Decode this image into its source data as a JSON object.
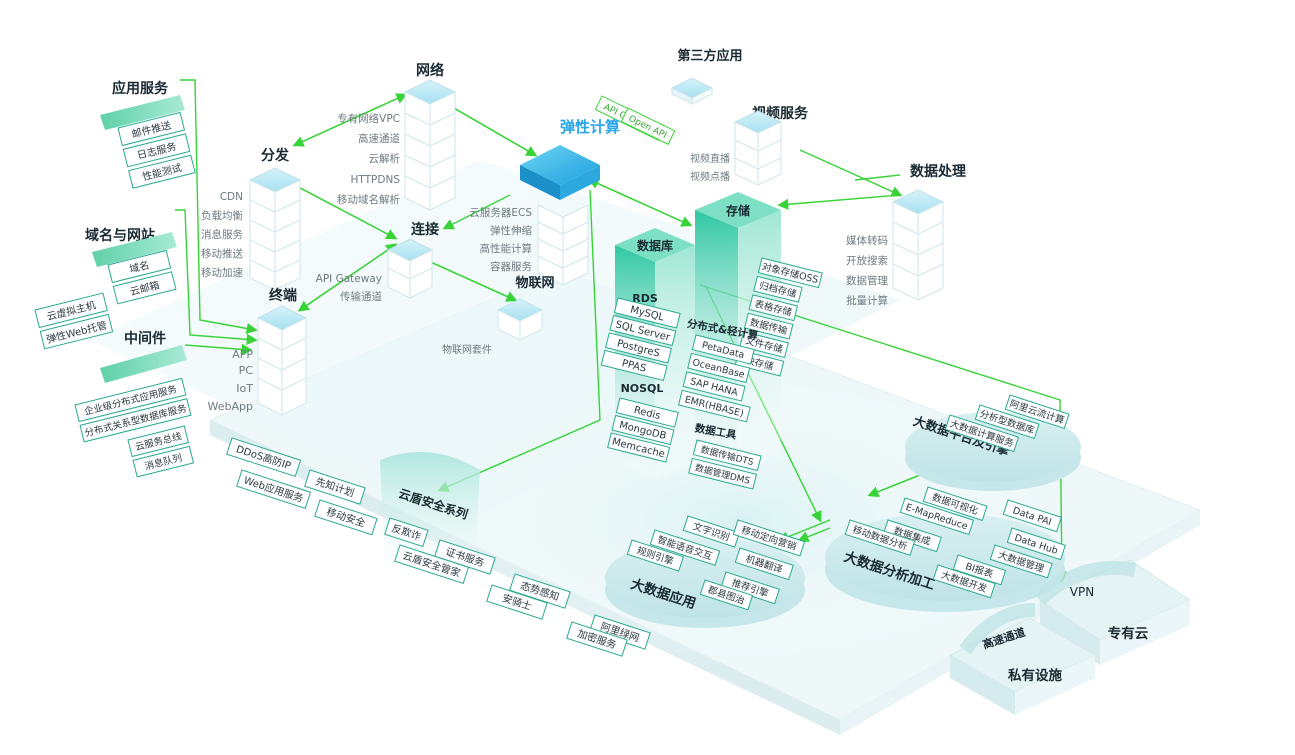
{
  "colors": {
    "accent": "#37d337",
    "teal": "#2ec7a6",
    "blue": "#2aa5e8",
    "labelFill": "#ffffff",
    "labelStroke": "#2aa98f"
  },
  "titles": {
    "app_service": "应用服务",
    "domain_site": "域名与网站",
    "middleware": "中间件",
    "distribution": "分发",
    "network": "网络",
    "third_party": "第三方应用",
    "video": "视频服务",
    "elastic": "弹性计算",
    "connect": "连接",
    "terminal": "终端",
    "iot": "物联网",
    "database": "数据库",
    "storage": "存储",
    "data_processing": "数据处理",
    "security": "云盾安全系列",
    "bigdata_platform": "大数据平台及引擎",
    "bigdata_analysis": "大数据分析加工",
    "bigdata_app": "大数据应用",
    "private_infra": "私有设施",
    "private_cloud": "专有云",
    "vpn": "VPN",
    "express": "高速通道"
  },
  "app_service": [
    "邮件推送",
    "日志服务",
    "性能测试"
  ],
  "domain_site": [
    "域名",
    "云邮箱",
    "云虚拟主机",
    "弹性Web托管"
  ],
  "middleware": [
    "企业级分布式应用服务",
    "分布式关系型数据库服务",
    "云服务总线",
    "消息队列"
  ],
  "distribution": [
    "CDN",
    "负载均衡",
    "消息服务",
    "移动推送",
    "移动加速"
  ],
  "network": [
    "专有网络VPC",
    "高速通道",
    "云解析",
    "HTTPDNS",
    "移动域名解析"
  ],
  "third_party_api": [
    "API Gateway",
    "Open API"
  ],
  "video": [
    "视频直播",
    "视频点播"
  ],
  "elastic": [
    "云服务器ECS",
    "弹性伸缩",
    "高性能计算",
    "容器服务"
  ],
  "connect": [
    "API Gateway",
    "传输通道"
  ],
  "iot": [
    "物联网套件"
  ],
  "terminal": [
    "APP",
    "PC",
    "IoT",
    "WebApp"
  ],
  "data_processing": [
    "媒体转码",
    "开放搜索",
    "数据管理",
    "批量计算"
  ],
  "database": {
    "rds_title": "RDS",
    "rds": [
      "MySQL",
      "SQL Server",
      "PostgreS",
      "PPAS"
    ],
    "nosql_title": "NOSQL",
    "nosql": [
      "Redis",
      "MongoDB",
      "Memcache"
    ]
  },
  "storage": {
    "items": [
      "对象存储OSS",
      "归档存储",
      "表格存储",
      "数据传输",
      "文件存储",
      "块存储"
    ],
    "dist_title": "分布式&轻计算",
    "dist": [
      "PetaData",
      "OceanBase",
      "SAP HANA",
      "EMR(HBASE)"
    ],
    "tools_title": "数据工具",
    "tools": [
      "数据传输DTS",
      "数据管理DMS"
    ]
  },
  "security": [
    "DDoS高防IP",
    "Web应用服务",
    "先知计划",
    "移动安全",
    "反欺诈",
    "证书服务",
    "云盾安全管家",
    "态势感知",
    "安骑士",
    "阿里绿网",
    "加密服务"
  ],
  "bigdata_platform": [
    "阿里云流计算",
    "分析型数据库",
    "大数据计算服务"
  ],
  "bigdata_analysis": [
    "数据可视化",
    "Data PAI",
    "E-MapReduce",
    "Data Hub",
    "数据集成",
    "大数据管理",
    "移动数据分析",
    "BI报表",
    "大数据开发"
  ],
  "bigdata_app": [
    "文字识别",
    "移动定向营销",
    "智能语音交互",
    "机器翻译",
    "规则引擎",
    "推荐引擎",
    "郡县图治"
  ]
}
